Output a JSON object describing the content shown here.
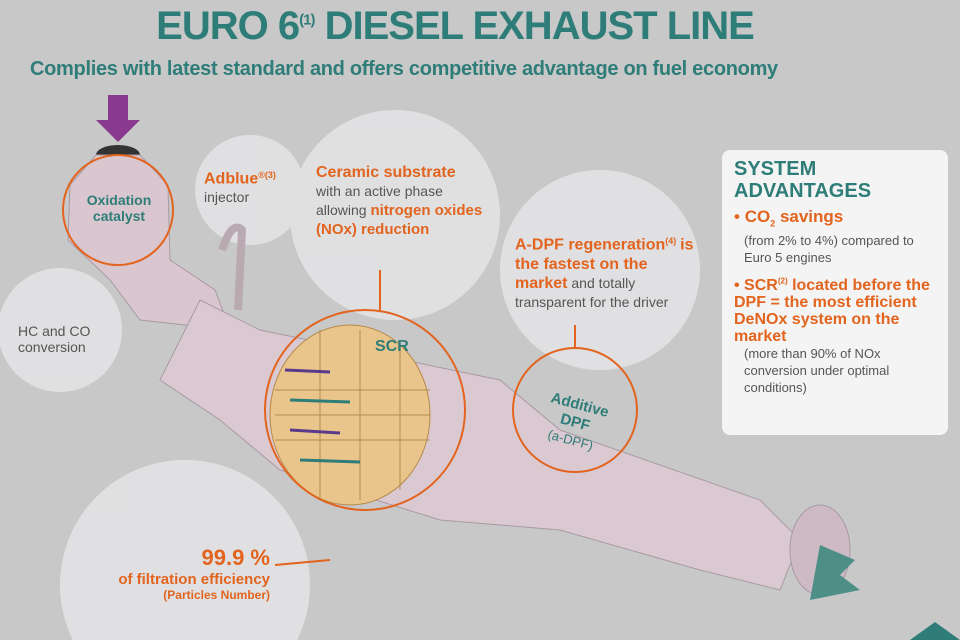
{
  "title": {
    "main": "EURO 6",
    "sup": "(1)",
    "rest": "DIESEL EXHAUST LINE"
  },
  "subtitle": "Complies with latest standard and offers competitive advantage on fuel economy",
  "oxidation": "Oxidation catalyst",
  "hc": "HC and CO conversion",
  "adblue": {
    "name": "Adblue",
    "sup": "®(3)",
    "rest": "injector"
  },
  "ceramic": {
    "head": "Ceramic substrate",
    "t1": "with an active phase allowing",
    "b1": "nitrogen oxides (NOx) reduction"
  },
  "adpf": {
    "head": "A-DPF regeneration",
    "sup": "(4)",
    "head2": "is the fastest on the market",
    "rest": "and totally transparent for the driver"
  },
  "scr_label": "SCR",
  "additive": {
    "l1": "Additive",
    "l2": "DPF",
    "l3": "(a-DPF)"
  },
  "filtration": {
    "value": "99.9 %",
    "label": "of filtration efficiency",
    "sub": "(Particles Number)"
  },
  "advantages": {
    "title1": "SYSTEM",
    "title2": "ADVANTAGES",
    "b1_head": "CO",
    "b1_sub": "2",
    "b1_head2": "savings",
    "b1_text": "(from 2% to 4%) compared to Euro 5 engines",
    "b2_head": "SCR",
    "b2_sup": "(2)",
    "b2_head2": "located before the DPF = the most efficient DeNOx system on the market",
    "b2_text": "(more than 90% of NOx conversion under optimal conditions)"
  },
  "colors": {
    "teal": "#2e7d78",
    "orange": "#e2641e",
    "purple": "#8a3a8e"
  }
}
